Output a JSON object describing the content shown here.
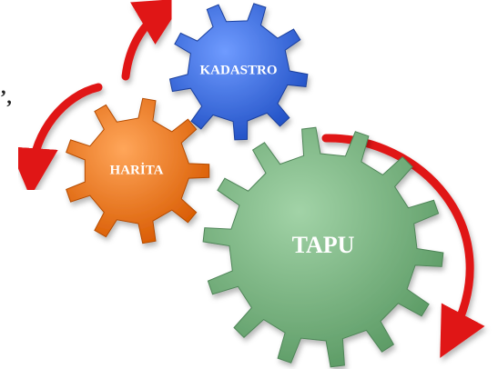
{
  "diagram": {
    "gears": [
      {
        "id": "kadastro",
        "label": "KADASTRO",
        "color": "#2f66e0"
      },
      {
        "id": "harita",
        "label": "HARİTA",
        "color": "#ef6d10"
      },
      {
        "id": "tapu",
        "label": "TAPU",
        "color": "#6fad78"
      }
    ],
    "arrow_color": "#e01818",
    "edge_mark": "’,"
  }
}
